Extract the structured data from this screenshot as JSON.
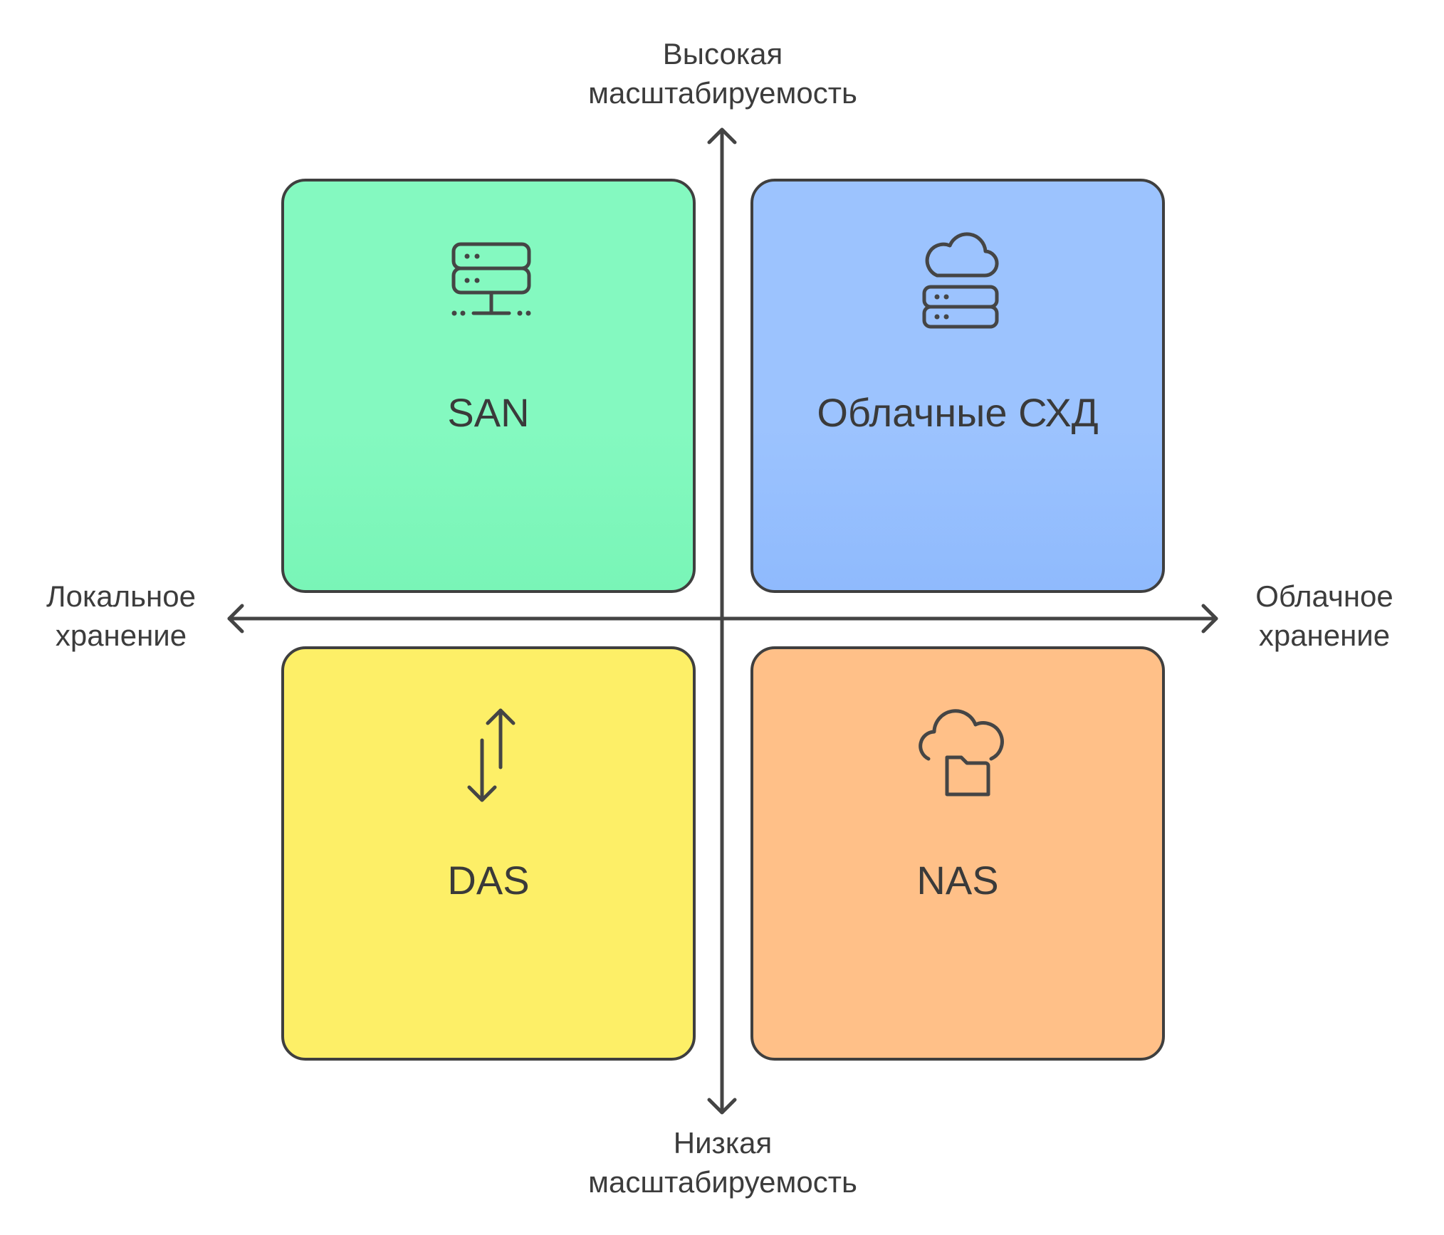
{
  "axes": {
    "top": "Высокая\nмасштабируемость",
    "bottom": "Низкая\nмасштабируемость",
    "left": "Локальное\nхранение",
    "right": "Облачное\nхранение"
  },
  "quadrants": {
    "top_left": {
      "label": "SAN",
      "icon": "server-network-icon",
      "color": "#84f9c0"
    },
    "top_right": {
      "label": "Облачные СХД",
      "icon": "cloud-server-icon",
      "color": "#9cc3fe"
    },
    "bottom_left": {
      "label": "DAS",
      "icon": "transfer-arrows-icon",
      "color": "#fdef67"
    },
    "bottom_right": {
      "label": "NAS",
      "icon": "cloud-folder-icon",
      "color": "#ffc088"
    }
  }
}
